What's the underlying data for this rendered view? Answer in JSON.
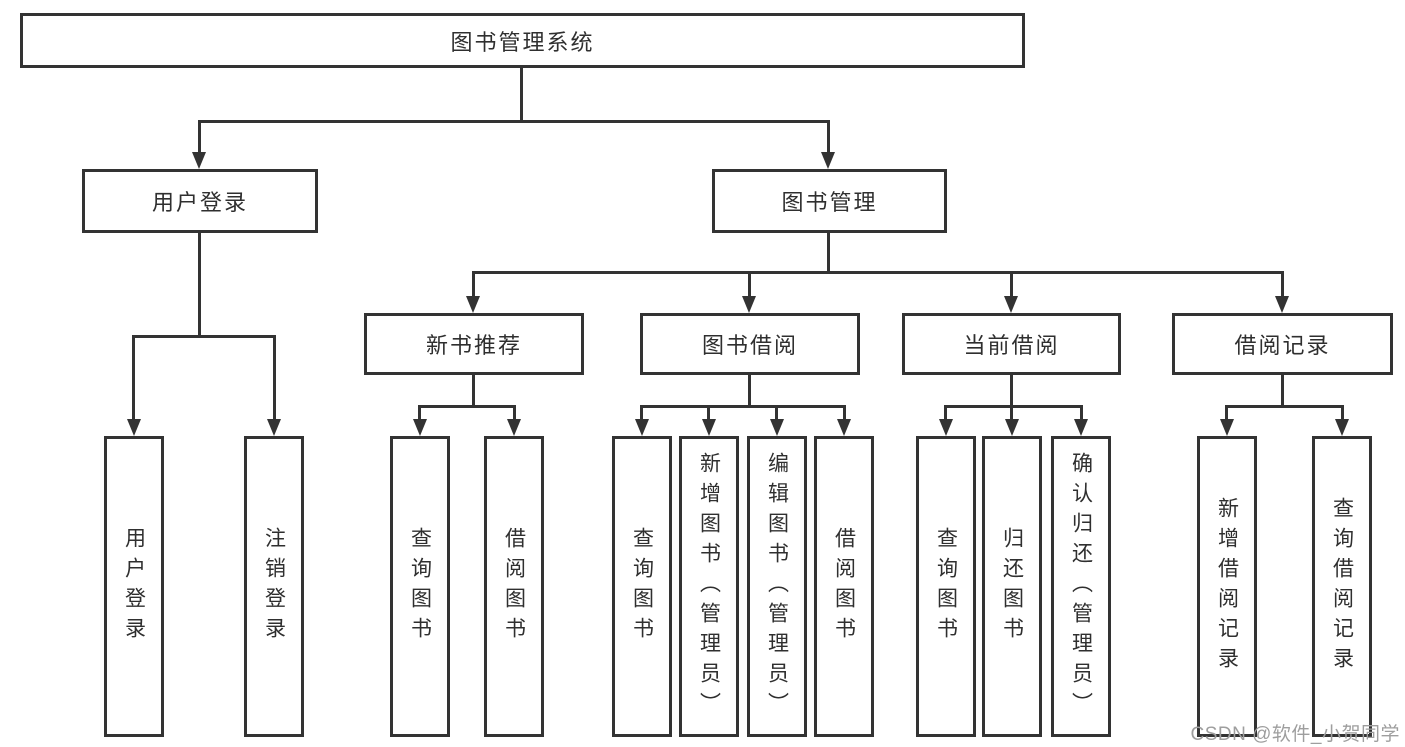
{
  "diagram_type": "hierarchy-tree",
  "watermark": "CSDN @软件_小贺同学",
  "colors": {
    "line": "#333333",
    "text": "#2f2f2f",
    "background": "#ffffff",
    "watermark": "#9e9e9e"
  },
  "nodes": {
    "root": {
      "label": "图书管理系统"
    },
    "user_login": {
      "label": "用户登录"
    },
    "book_mgmt": {
      "label": "图书管理"
    },
    "new_book_rec": {
      "label": "新书推荐"
    },
    "book_borrow": {
      "label": "图书借阅"
    },
    "current_borrow": {
      "label": "当前借阅"
    },
    "borrow_records": {
      "label": "借阅记录"
    },
    "leaf_user_login": {
      "label": "用户登录"
    },
    "leaf_logout": {
      "label": "注销登录"
    },
    "leaf_query_book_1": {
      "label": "查询图书"
    },
    "leaf_borrow_book_1": {
      "label": "借阅图书"
    },
    "leaf_query_book_2": {
      "label": "查询图书"
    },
    "leaf_add_book": {
      "label": "新增图书（管理员）"
    },
    "leaf_edit_book": {
      "label": "编辑图书（管理员）"
    },
    "leaf_borrow_book_2": {
      "label": "借阅图书"
    },
    "leaf_query_book_3": {
      "label": "查询图书"
    },
    "leaf_return_book": {
      "label": "归还图书"
    },
    "leaf_confirm_return": {
      "label": "确认归还（管理员）"
    },
    "leaf_add_record": {
      "label": "新增借阅记录"
    },
    "leaf_query_record": {
      "label": "查询借阅记录"
    }
  }
}
